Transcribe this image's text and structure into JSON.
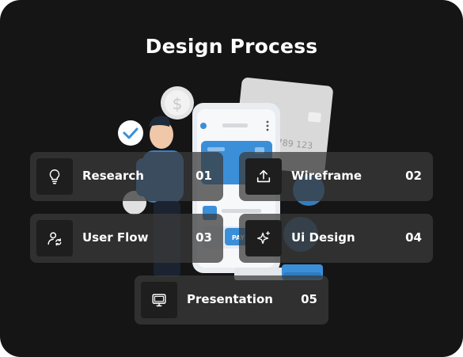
{
  "title": "Design Process",
  "steps": [
    {
      "label": "Research",
      "number": "01",
      "icon": "lightbulb-icon"
    },
    {
      "label": "Wireframe",
      "number": "02",
      "icon": "upload-icon"
    },
    {
      "label": "User Flow",
      "number": "03",
      "icon": "user-sync-icon"
    },
    {
      "label": "Ui Design",
      "number": "04",
      "icon": "sparkle-icon"
    },
    {
      "label": "Presentation",
      "number": "05",
      "icon": "monitor-icon"
    }
  ],
  "illustration": {
    "card_number": "789 123",
    "pay_label": "PAY"
  },
  "colors": {
    "background": "#151515",
    "step_box": "#3a3a3a",
    "accent": "#3b8fd9"
  }
}
